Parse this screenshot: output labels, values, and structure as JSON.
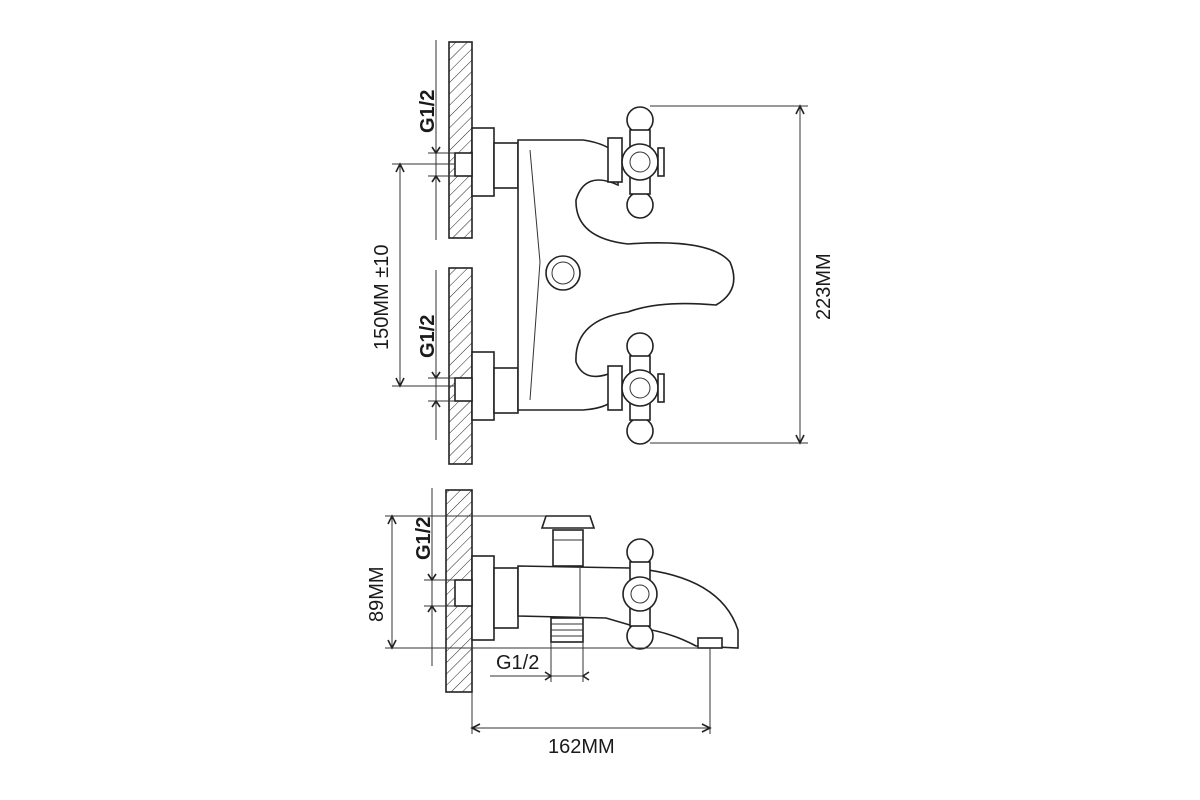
{
  "diagram": {
    "labels": {
      "top_inlet_upper": "G1/2",
      "top_inlet_lower": "G1/2",
      "center_distance": "150MM ±10",
      "overall_height": "223MM",
      "side_inlet": "G1/2",
      "side_height": "89MM",
      "outlet_thread": "G1/2",
      "projection": "162MM"
    },
    "colors": {
      "line": "#222222",
      "background": "#ffffff"
    }
  }
}
